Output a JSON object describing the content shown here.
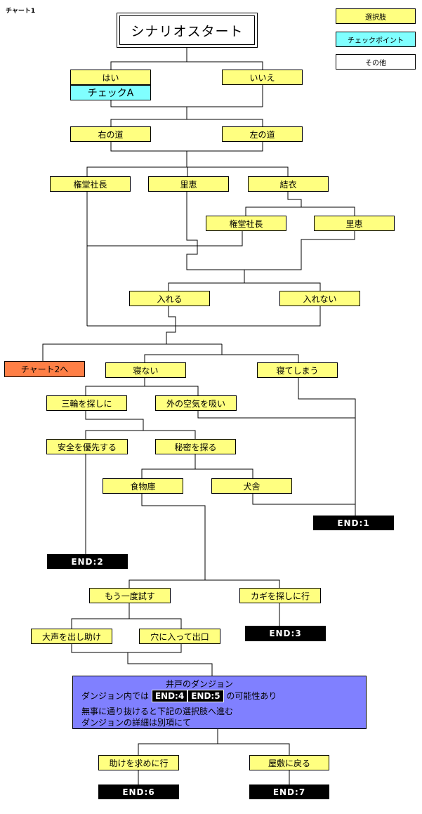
{
  "chart_label": "チャート1",
  "legend": {
    "choice": "選択肢",
    "checkpoint": "チェックポイント",
    "other": "その他"
  },
  "nodes": {
    "start": "シナリオスタート",
    "yes": "はい",
    "check_a": "チェックA",
    "no": "いいえ",
    "right_road": "右の道",
    "left_road": "左の道",
    "gondo1": "権堂社長",
    "satoe1": "里恵",
    "yui": "結衣",
    "gondo2": "権堂社長",
    "satoe2": "里恵",
    "put_in": "入れる",
    "not_put_in": "入れない",
    "to_chart2": "チャート2へ",
    "dont_sleep": "寝ない",
    "fall_asleep": "寝てしまう",
    "search_miwa": "三輪を探しに",
    "outside_air": "外の空気を吸い",
    "safety_first": "安全を優先する",
    "search_secret": "秘密を探る",
    "pantry": "食物庫",
    "kennel": "犬舎",
    "try_again": "もう一度試す",
    "search_key": "カギを探しに行",
    "shout_help": "大声を出し助け",
    "into_hole": "穴に入って出口",
    "ask_help": "助けを求めに行",
    "return_mansion": "屋敷に戻る"
  },
  "ends": {
    "end1": "END:1",
    "end2": "END:2",
    "end3": "END:3",
    "end6": "END:6",
    "end7": "END:7"
  },
  "dungeon": {
    "title": "井戸のダンジョン",
    "line1_prefix": "ダンジョン内では",
    "end4": "END:4",
    "end5": "END:5",
    "line1_suffix": "の可能性あり",
    "line2": "無事に通り抜けると下記の選択肢へ進む",
    "line3": "ダンジョンの詳細は別項にて"
  },
  "colors": {
    "choice": "#ffff80",
    "checkpoint": "#80ffff",
    "other": "#ffffff",
    "chart2": "#ff7f46",
    "end": "#000000",
    "dungeon": "#8080ff"
  }
}
